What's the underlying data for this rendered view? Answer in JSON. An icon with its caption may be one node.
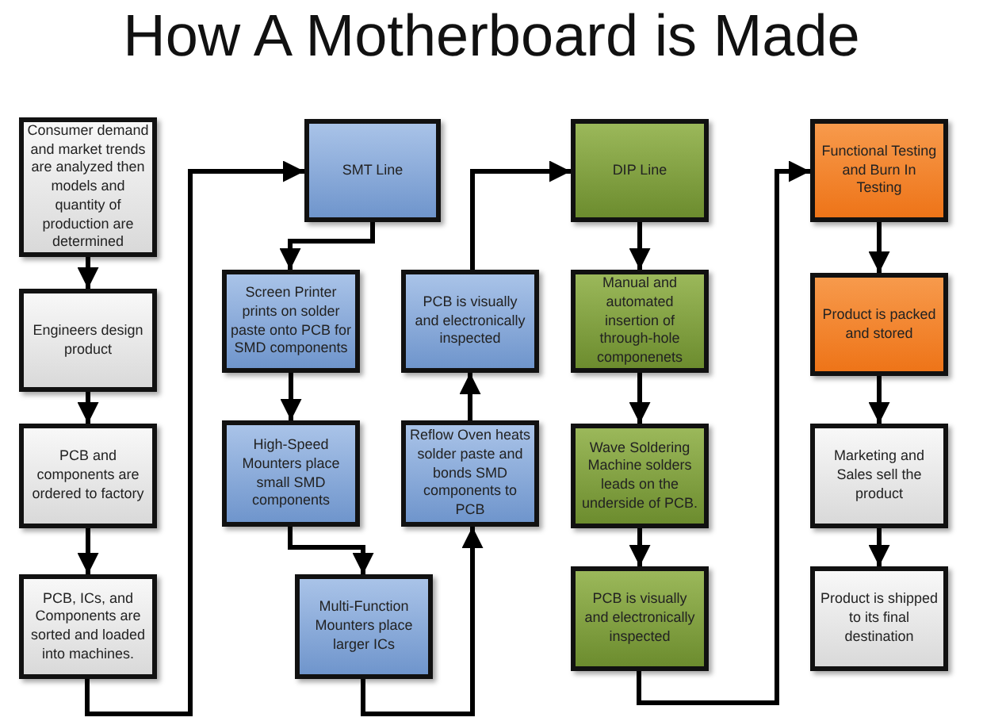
{
  "diagram": {
    "title": "How A Motherboard is Made",
    "nodes": [
      {
        "text": [
          "Consumer demand and market trends are analyzed then models and quantity of production are determined"
        ]
      },
      {
        "text": [
          "Engineers design product"
        ]
      },
      {
        "text": [
          "PCB and components are ordered to factory"
        ]
      },
      {
        "text": [
          "PCB, ICs, and Components are sorted and loaded into machines."
        ]
      },
      {
        "text": [
          "SMT Line"
        ]
      },
      {
        "text": [
          "Screen Printer prints on solder paste onto PCB for SMD components"
        ]
      },
      {
        "text": [
          "High-Speed Mounters place small SMD components"
        ]
      },
      {
        "text": [
          "Multi-Function Mounters place larger ICs"
        ]
      },
      {
        "text": [
          "Reflow Oven heats solder paste and bonds SMD components  to PCB"
        ]
      },
      {
        "text": [
          "PCB is visually and electronically inspected"
        ]
      },
      {
        "text": [
          "DIP Line"
        ]
      },
      {
        "text": [
          "Manual and automated insertion of through-hole componenets"
        ]
      },
      {
        "text": [
          "Wave Soldering Machine solders leads on the underside of PCB."
        ]
      },
      {
        "text": [
          "PCB is visually and electronically inspected"
        ]
      },
      {
        "text": [
          "Functional Testing and Burn In Testing"
        ]
      },
      {
        "text": [
          "Product is packed and stored"
        ]
      },
      {
        "text": [
          "Marketing and Sales sell the product"
        ]
      },
      {
        "text": [
          "Product is shipped to its final destination"
        ]
      }
    ],
    "edges": [
      {
        "from": 0,
        "to": 1,
        "arrow": "to"
      },
      {
        "from": 1,
        "to": 2,
        "arrow": "to"
      },
      {
        "from": 2,
        "to": 3,
        "arrow": "to"
      },
      {
        "from": 3,
        "to": 4,
        "arrow": "to"
      },
      {
        "from": 4,
        "to": 5,
        "arrow": "to"
      },
      {
        "from": 5,
        "to": 6,
        "arrow": "to"
      },
      {
        "from": 6,
        "to": 7,
        "arrow": "to"
      },
      {
        "from": 7,
        "to": 8,
        "arrow": "to"
      },
      {
        "from": 8,
        "to": 9,
        "arrow": "to"
      },
      {
        "from": 9,
        "to": 10,
        "arrow": "to"
      },
      {
        "from": 10,
        "to": 11,
        "arrow": "to"
      },
      {
        "from": 11,
        "to": 12,
        "arrow": "to"
      },
      {
        "from": 12,
        "to": 13,
        "arrow": "to"
      },
      {
        "from": 13,
        "to": 14,
        "arrow": "to"
      },
      {
        "from": 14,
        "to": 15,
        "arrow": "to"
      },
      {
        "from": 15,
        "to": 16,
        "arrow": "to"
      },
      {
        "from": 16,
        "to": 17,
        "arrow": "to"
      }
    ]
  }
}
